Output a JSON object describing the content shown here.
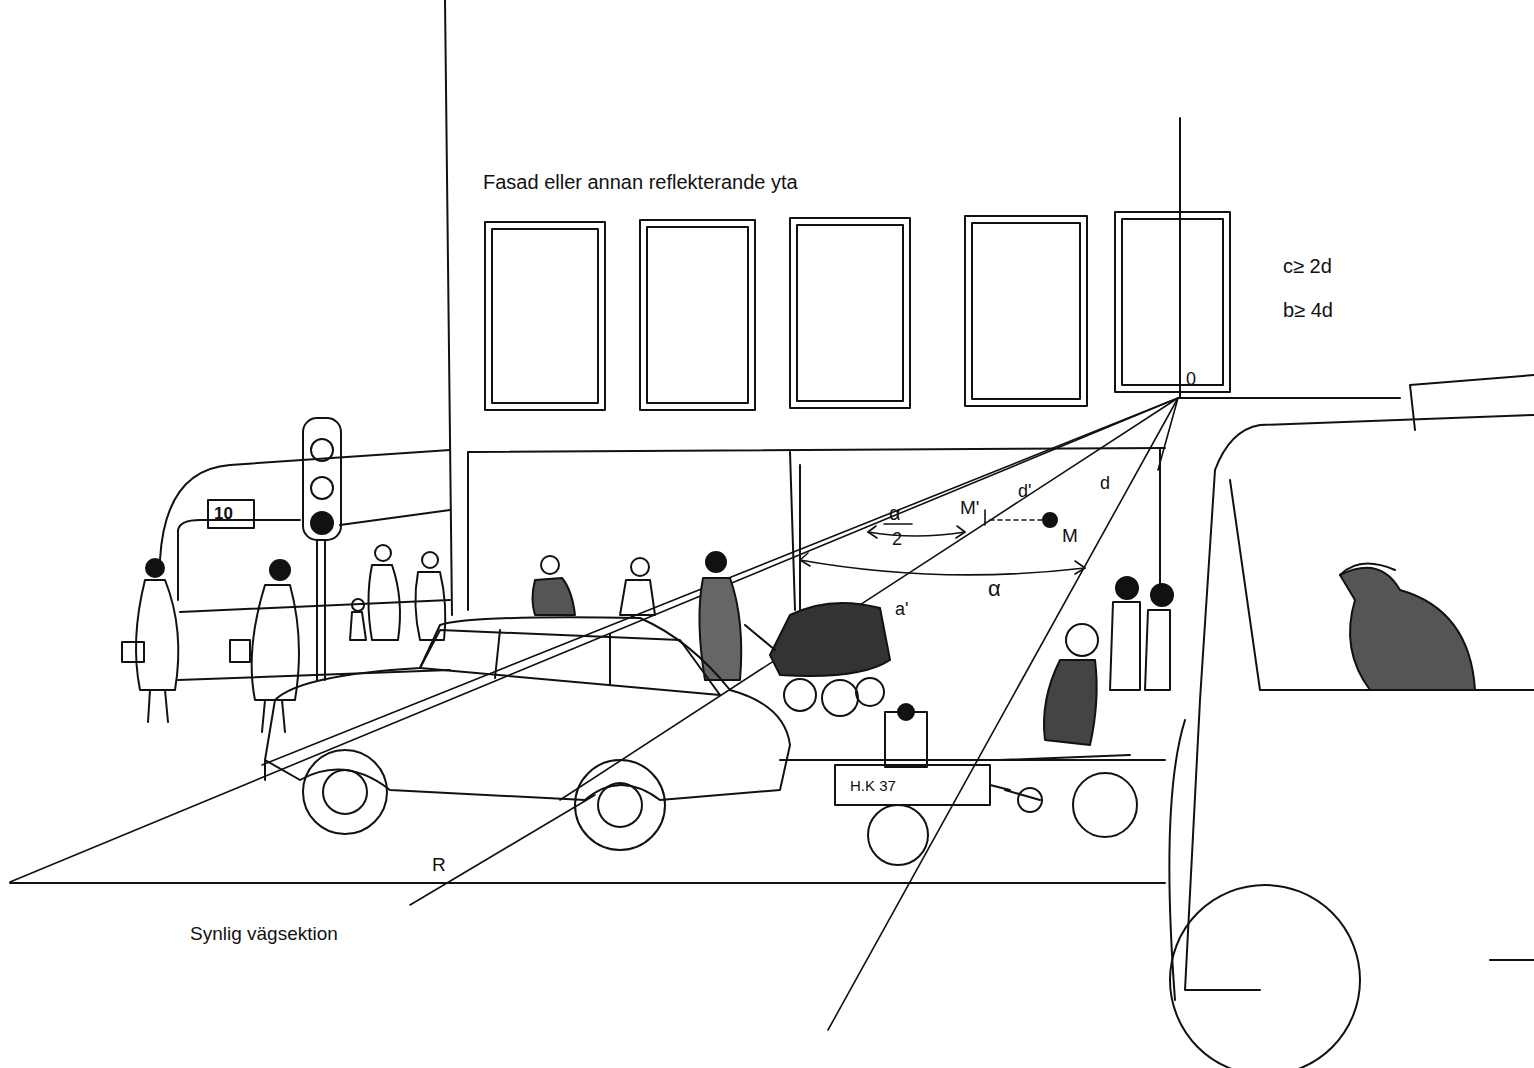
{
  "diagram": {
    "labels": [
      "Fasad eller annan reflekterande yta",
      "c≥ 2d",
      "b≥ 4d",
      "0",
      "d'",
      "d",
      "M'",
      "M",
      "α",
      "2",
      "α",
      "a'",
      "R",
      "Synlig vägsektion",
      "10",
      "H.K 37"
    ]
  }
}
